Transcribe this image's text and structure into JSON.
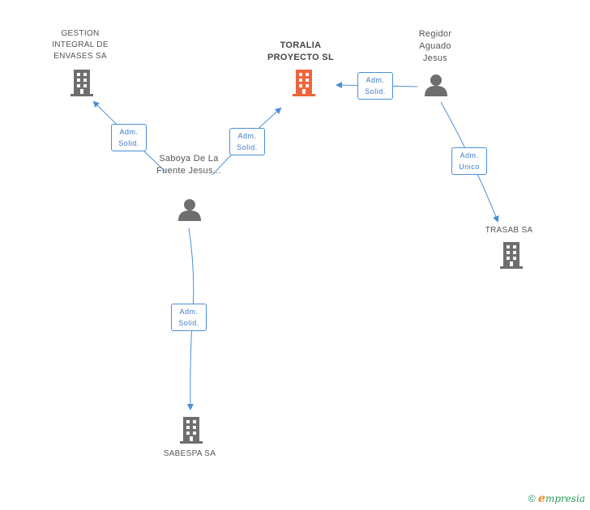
{
  "nodes": {
    "gestion": "GESTION INTEGRAL DE ENVASES SA",
    "toralia": "TORALIA PROYECTO SL",
    "regidor": "Regidor Aguado Jesus",
    "saboya": "Saboya De La Fuente Jesus...",
    "trasab": "TRASAB SA",
    "sabespa": "SABESPA SA"
  },
  "relations": {
    "adm_solid": "Adm. Solid.",
    "adm_unico": "Adm. Unico"
  },
  "colors": {
    "edge": "#4a8fd8",
    "company": "#6e6e6e",
    "company_main": "#f0643c",
    "person": "#6e6e6e"
  },
  "footer": {
    "copyright": "©",
    "brand_initial": "e",
    "brand_rest": "mpresia"
  }
}
